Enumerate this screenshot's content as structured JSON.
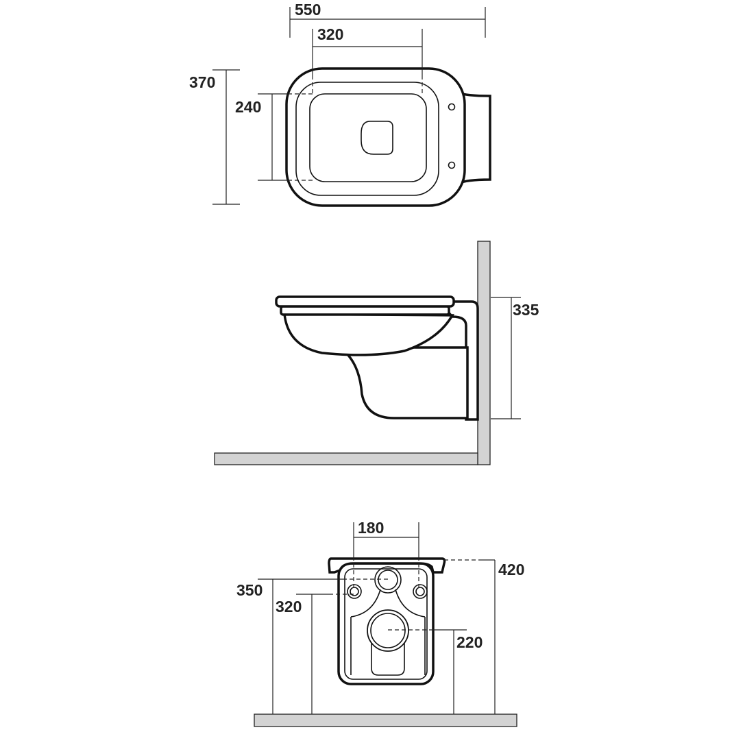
{
  "top_view": {
    "dim_width_overall": "550",
    "dim_width_inner": "320",
    "dim_depth_overall": "370",
    "dim_depth_inner": "240"
  },
  "side_view": {
    "dim_height": "335"
  },
  "front_view": {
    "dim_spacing": "180",
    "dim_top_height": "420",
    "dim_inlet_height": "350",
    "dim_fixing_height": "320",
    "dim_outlet_height": "220"
  },
  "colors": {
    "line": "#111111",
    "wall": "#d3d3d3"
  }
}
